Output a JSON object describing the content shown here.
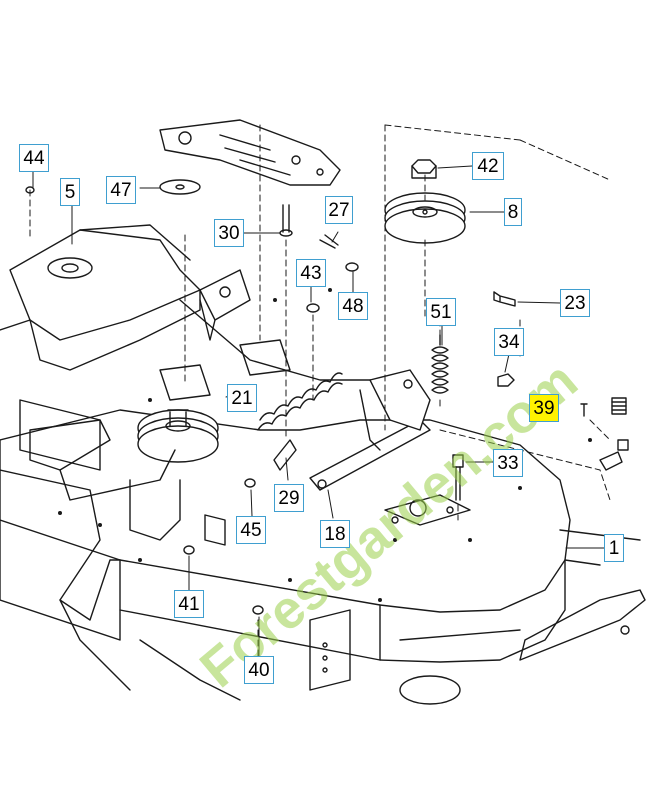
{
  "diagram": {
    "callouts": [
      "44",
      "47",
      "5",
      "30",
      "27",
      "42",
      "8",
      "43",
      "48",
      "23",
      "51",
      "34",
      "39",
      "21",
      "33",
      "29",
      "45",
      "18",
      "1",
      "41",
      "40"
    ],
    "highlighted_callout": "39",
    "colors": {
      "callout_border": "#3f9fd0",
      "highlight": "#fff200",
      "line": "#1a1a1a"
    }
  },
  "watermark": {
    "text": "Forestgarden.com",
    "colors": [
      "#9bd04a",
      "#f29a2e",
      "#b4b49a"
    ]
  }
}
